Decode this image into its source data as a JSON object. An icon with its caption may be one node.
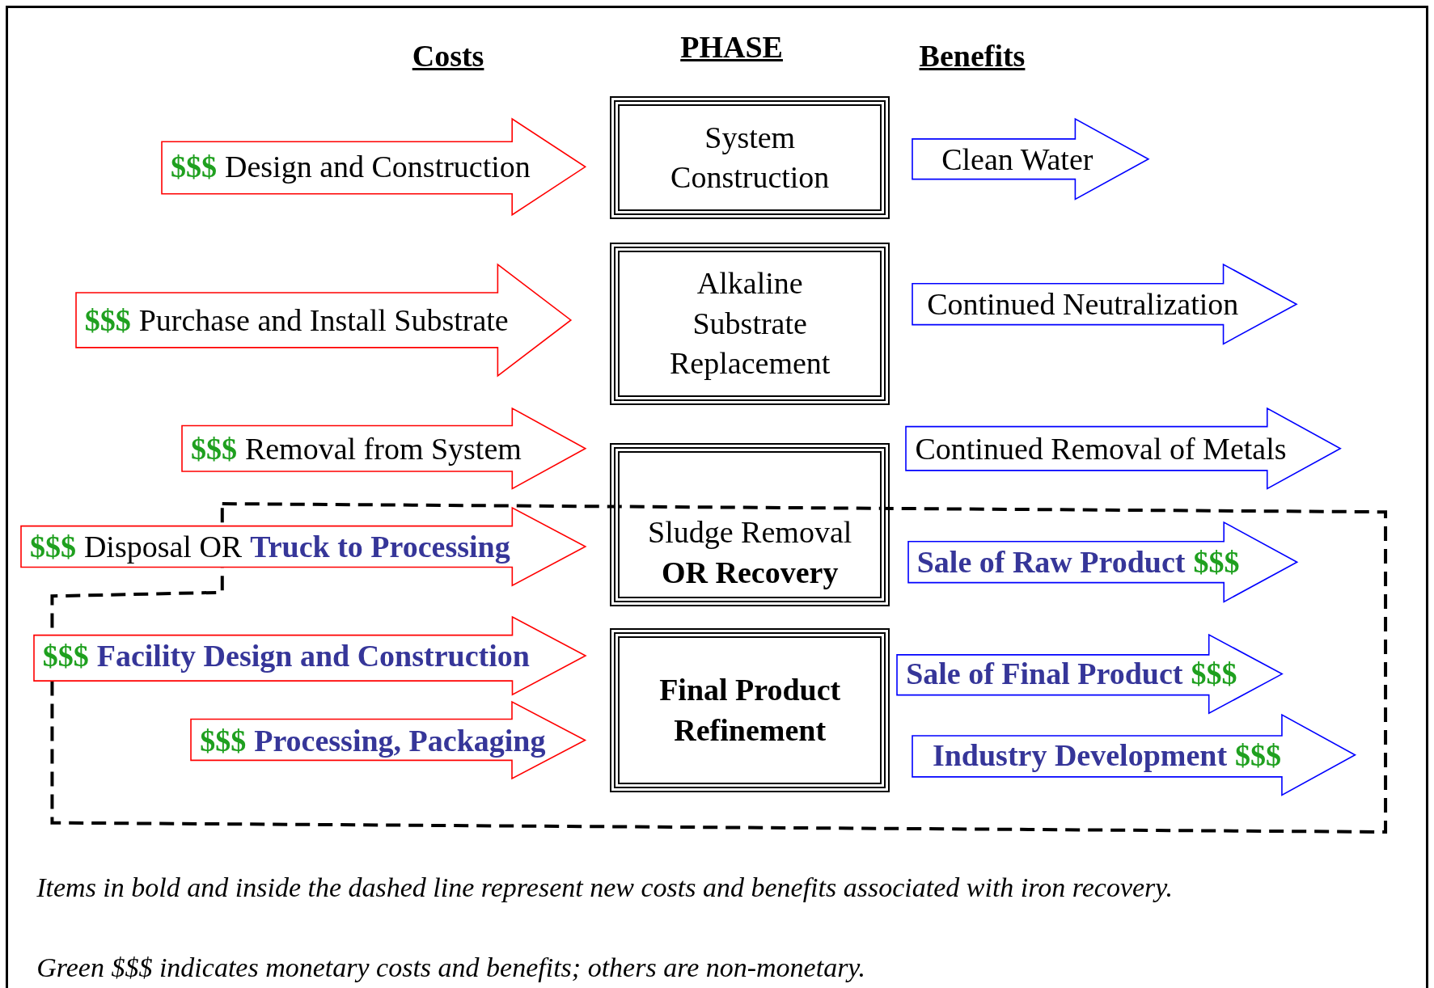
{
  "diagram": {
    "nodes": [
      {
        "text": [
          "$$$",
          "Design and Construction"
        ]
      },
      {
        "text": [
          "System Construction"
        ]
      },
      {
        "text": [
          "Clean Water"
        ]
      },
      {
        "text": [
          "$$$",
          "Purchase and Install Substrate"
        ]
      },
      {
        "text": [
          "Alkaline Substrate Replacement"
        ]
      },
      {
        "text": [
          "Continued Neutralization"
        ]
      },
      {
        "text": [
          "$$$",
          "Removal from System"
        ]
      },
      {
        "text": [
          "Sludge Removal",
          "OR Recovery"
        ]
      },
      {
        "text": [
          "Continued Removal of Metals"
        ]
      },
      {
        "text": [
          "$$$",
          "Disposal OR",
          "Truck to Processing"
        ]
      },
      {
        "text": [
          "Sale of Raw Product",
          "$$$"
        ]
      },
      {
        "text": [
          "$$$",
          "Facility Design and Construction"
        ]
      },
      {
        "text": [
          "Final Product Refinement"
        ]
      },
      {
        "text": [
          "Sale of Final Product",
          "$$$"
        ]
      },
      {
        "text": [
          "$$$",
          "Processing, Packaging"
        ]
      },
      {
        "text": [
          "Industry Development",
          "$$$"
        ]
      }
    ],
    "edges": [],
    "labels": [
      "Costs",
      "PHASE",
      "Benefits",
      "Items in bold and inside the dashed line represent new costs and benefits associated with iron recovery.",
      "Green $$$ indicates monetary costs and benefits; others are non-monetary."
    ]
  }
}
